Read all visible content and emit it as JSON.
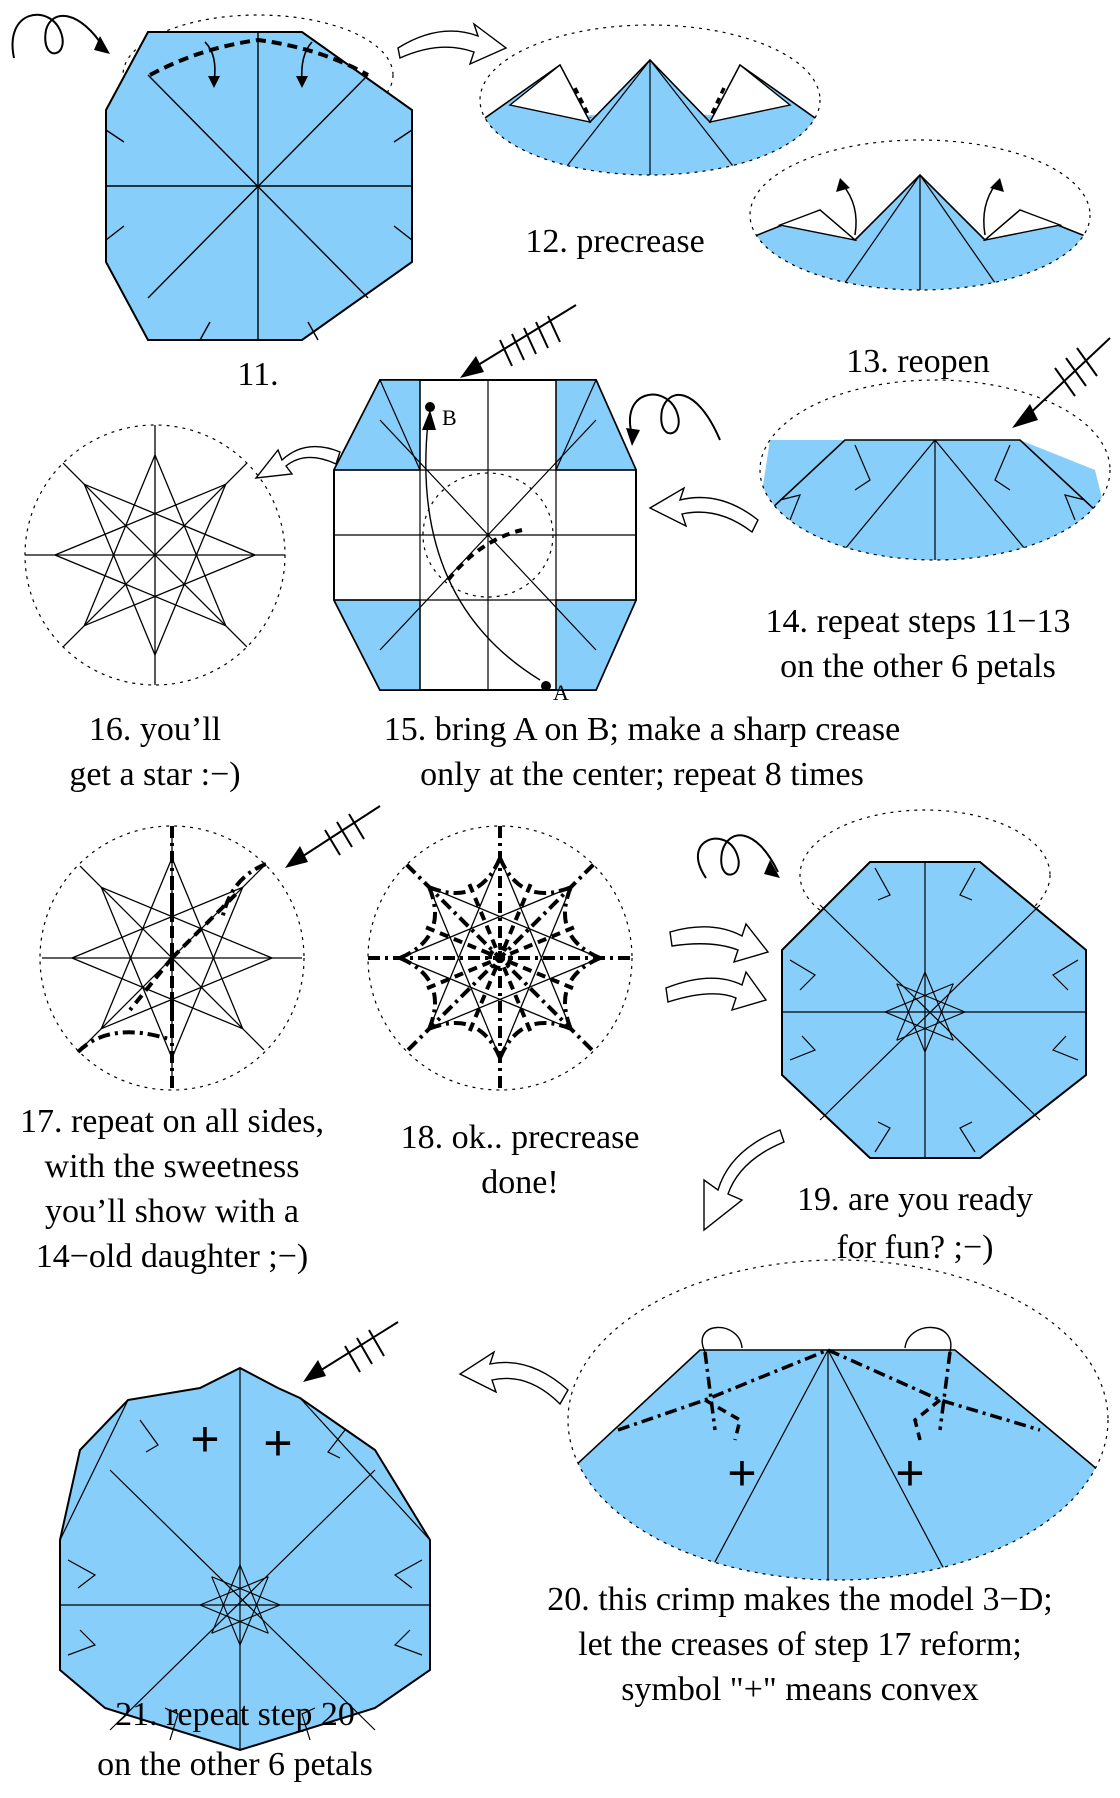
{
  "colors": {
    "paper_blue": "#87CEFA",
    "line": "#000000",
    "background": "#FFFFFF"
  },
  "symbols": {
    "turn_over": "turn-over-icon",
    "next_step": "hollow-arrow-icon",
    "enlarge": "zoom-in-arrow-icon",
    "convex": "+"
  },
  "steps": [
    {
      "id": "11",
      "caption": [
        "11."
      ]
    },
    {
      "id": "12",
      "caption": [
        "12. precrease"
      ]
    },
    {
      "id": "13",
      "caption": [
        "13. reopen"
      ]
    },
    {
      "id": "14",
      "caption": [
        "14. repeat steps 11−13",
        "on the other 6 petals"
      ]
    },
    {
      "id": "15",
      "caption": [
        "15. bring A on B; make a sharp crease",
        "only at the center; repeat 8 times"
      ],
      "points": [
        "A",
        "B"
      ]
    },
    {
      "id": "16",
      "caption": [
        "16. you’ll",
        "get a star :−)"
      ]
    },
    {
      "id": "17",
      "caption": [
        "17. repeat on all sides,",
        "with the sweetness",
        "you’ll show with a",
        "14−old daughter ;−)"
      ]
    },
    {
      "id": "18",
      "caption": [
        "18. ok.. precrease",
        "done!"
      ]
    },
    {
      "id": "19",
      "caption": [
        "19. are you ready",
        "for fun? ;−)"
      ]
    },
    {
      "id": "20",
      "caption": [
        "20. this crimp makes the model 3−D;",
        "let the creases of step 17 reform;",
        "symbol \"+\" means convex"
      ]
    },
    {
      "id": "21",
      "caption": [
        "21. repeat step 20",
        "on the other 6 petals"
      ]
    }
  ]
}
